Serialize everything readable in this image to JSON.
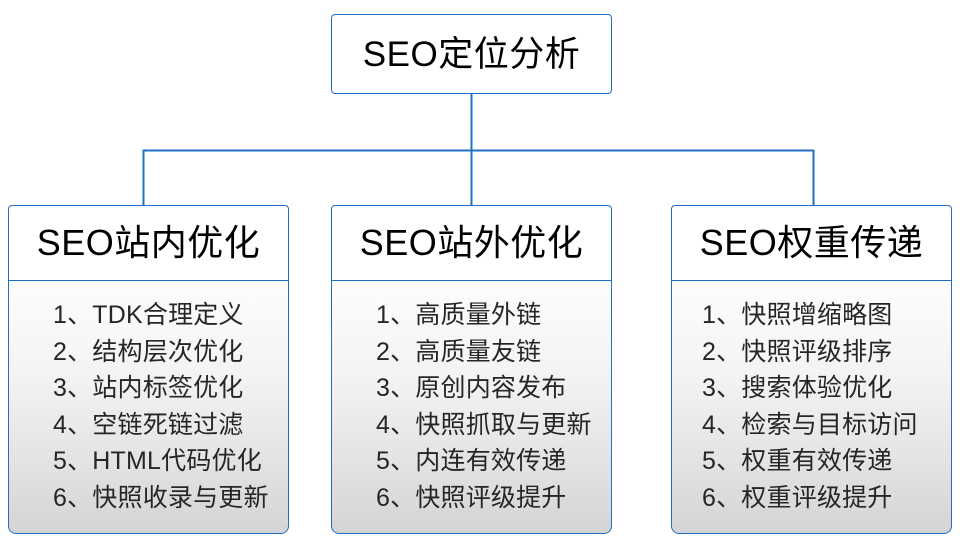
{
  "diagram": {
    "type": "hierarchy-tree",
    "title": "SEO定位分析",
    "accent_color": "#1f6fc4",
    "root": {
      "label": "SEO定位分析"
    },
    "branches": [
      {
        "header": "SEO站内优化",
        "items": [
          "1、TDK合理定义",
          "2、结构层次优化",
          "3、站内标签优化",
          "4、空链死链过滤",
          "5、HTML代码优化",
          "6、快照收录与更新"
        ]
      },
      {
        "header": "SEO站外优化",
        "items": [
          "1、高质量外链",
          "2、高质量友链",
          "3、原创内容发布",
          "4、快照抓取与更新",
          "5、内连有效传递",
          "6、快照评级提升"
        ]
      },
      {
        "header": "SEO权重传递",
        "items": [
          "1、快照增缩略图",
          "2、快照评级排序",
          "3、搜索体验优化",
          "4、检索与目标访问",
          "5、权重有效传递",
          "6、权重评级提升"
        ]
      }
    ]
  }
}
